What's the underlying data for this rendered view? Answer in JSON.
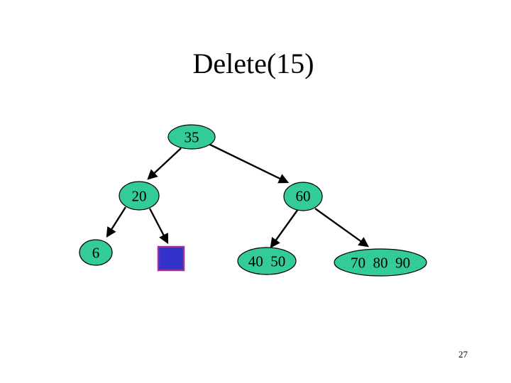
{
  "slide": {
    "title": "Delete(15)",
    "page_number": "27"
  },
  "tree": {
    "description": "B-tree after deleting key 15; empty node shown as square",
    "nodes": [
      {
        "id": "n35",
        "label": "35",
        "type": "ellipse",
        "children": [
          "n20",
          "n60"
        ]
      },
      {
        "id": "n20",
        "label": "20",
        "type": "ellipse",
        "children": [
          "n6",
          "deleted"
        ]
      },
      {
        "id": "n60",
        "label": "60",
        "type": "ellipse",
        "children": [
          "n40-50",
          "n70-80-90"
        ]
      },
      {
        "id": "n6",
        "label": "6",
        "type": "ellipse",
        "children": []
      },
      {
        "id": "deleted",
        "label": "",
        "type": "square",
        "children": []
      },
      {
        "id": "n40-50",
        "label": "40  50",
        "type": "ellipse",
        "children": []
      },
      {
        "id": "n70-80-90",
        "label": "70  80  90",
        "type": "ellipse",
        "children": []
      }
    ],
    "edges": [
      {
        "from": "n35",
        "to": "n20"
      },
      {
        "from": "n35",
        "to": "n60"
      },
      {
        "from": "n20",
        "to": "n6"
      },
      {
        "from": "n20",
        "to": "deleted"
      },
      {
        "from": "n60",
        "to": "n40-50"
      },
      {
        "from": "n60",
        "to": "n70-80-90"
      }
    ]
  },
  "colors": {
    "background": "#ffffff",
    "node_fill": "#33cc99",
    "node_stroke": "#000000",
    "square_fill": "#3333cc",
    "square_stroke": "#993399",
    "arrow": "#000000",
    "text": "#000000"
  }
}
